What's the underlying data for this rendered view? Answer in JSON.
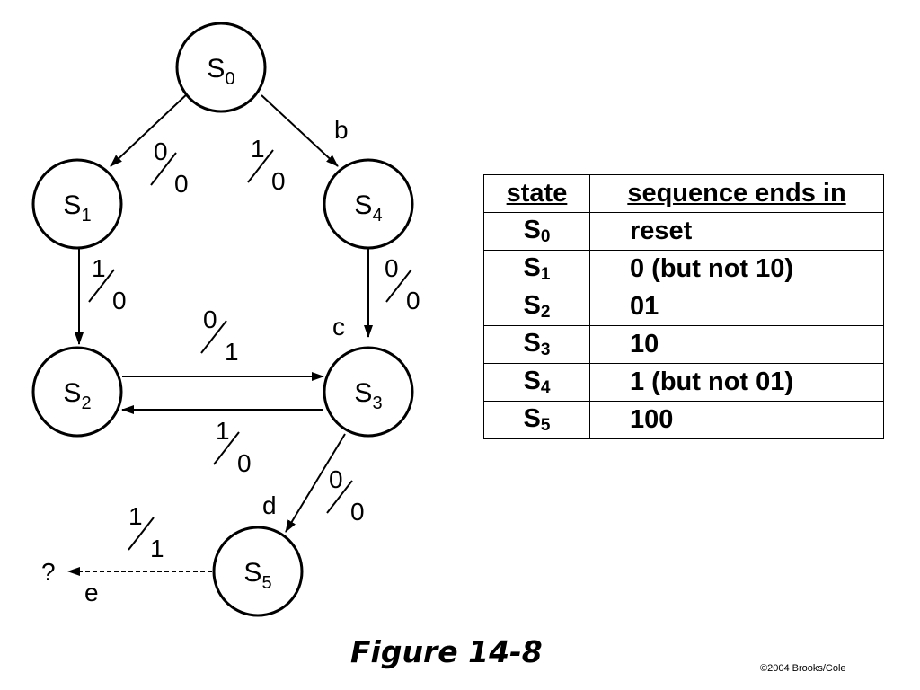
{
  "diagram": {
    "states": [
      {
        "name": "S",
        "sub": "0"
      },
      {
        "name": "S",
        "sub": "1"
      },
      {
        "name": "S",
        "sub": "4"
      },
      {
        "name": "S",
        "sub": "2"
      },
      {
        "name": "S",
        "sub": "3"
      },
      {
        "name": "S",
        "sub": "5"
      }
    ],
    "transitions": [
      {
        "from": "S0",
        "to": "S1",
        "input": "0",
        "output": "0"
      },
      {
        "from": "S0",
        "to": "S4",
        "input": "1",
        "output": "0"
      },
      {
        "from": "S1",
        "to": "S2",
        "input": "1",
        "output": "0"
      },
      {
        "from": "S4",
        "to": "S3",
        "input": "0",
        "output": "0"
      },
      {
        "from": "S2",
        "to": "S3",
        "input": "0",
        "output": "1"
      },
      {
        "from": "S3",
        "to": "S2",
        "input": "1",
        "output": "0"
      },
      {
        "from": "S3",
        "to": "S5",
        "input": "0",
        "output": "0"
      },
      {
        "from": "S5",
        "to": "?",
        "input": "1",
        "output": "1"
      }
    ],
    "marks": {
      "b": "b",
      "c": "c",
      "d": "d",
      "e": "e",
      "unknown": "?"
    }
  },
  "table": {
    "headers": [
      "state",
      "sequence ends in"
    ],
    "rows": [
      {
        "state": "S",
        "sub": "0",
        "sequence": "reset"
      },
      {
        "state": "S",
        "sub": "1",
        "sequence": "0 (but not 10)"
      },
      {
        "state": "S",
        "sub": "2",
        "sequence": "01"
      },
      {
        "state": "S",
        "sub": "3",
        "sequence": "10"
      },
      {
        "state": "S",
        "sub": "4",
        "sequence": "1 (but not 01)"
      },
      {
        "state": "S",
        "sub": "5",
        "sequence": "100"
      }
    ]
  },
  "caption": "Figure 14-8",
  "copyright": "©2004 Brooks/Cole"
}
